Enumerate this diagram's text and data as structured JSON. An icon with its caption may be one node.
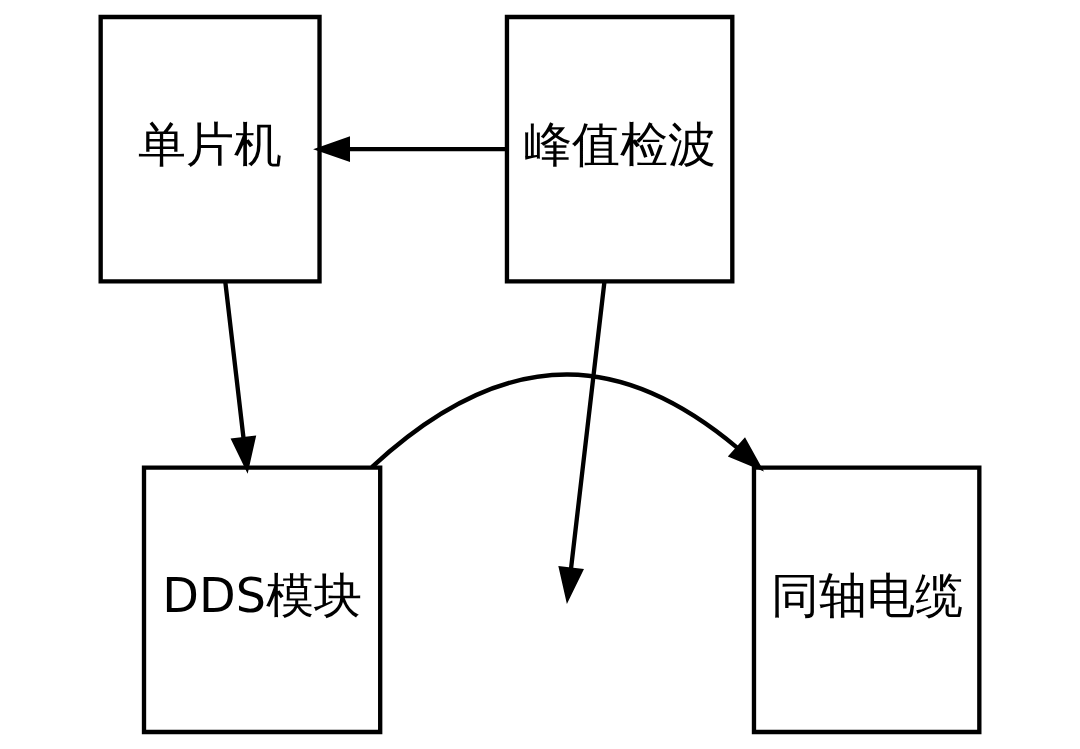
{
  "diagram": {
    "nodes": [
      {
        "text": [
          "单片机"
        ]
      },
      {
        "text": [
          "峰值检波"
        ]
      },
      {
        "text": [
          "DDS模块"
        ]
      },
      {
        "text": [
          "同轴电缆"
        ]
      }
    ],
    "edges": [
      {
        "from": 1,
        "to": 0,
        "arrow": "to"
      },
      {
        "from": 0,
        "to": 2,
        "arrow": "to"
      },
      {
        "from": 2,
        "to": 3,
        "arrow": "to"
      },
      {
        "from": 1,
        "to": null,
        "arrow": "to"
      }
    ]
  }
}
